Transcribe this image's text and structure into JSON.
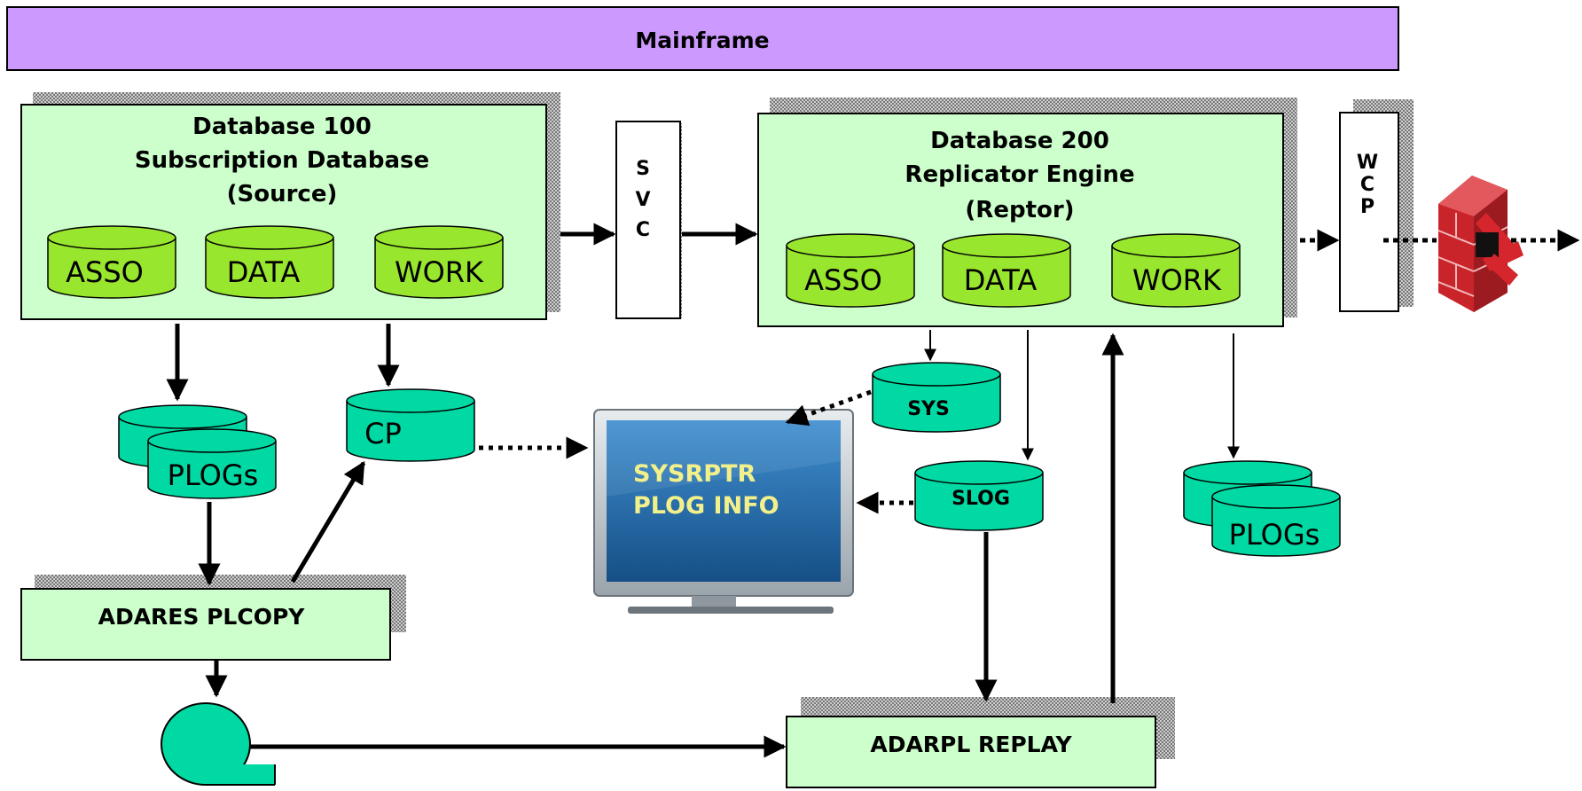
{
  "title_bar": {
    "label": "Mainframe"
  },
  "db100": {
    "line1": "Database 100",
    "line2": "Subscription Database",
    "line3": "(Source)",
    "files": [
      "ASSO",
      "DATA",
      "WORK"
    ]
  },
  "db200": {
    "line1": "Database 200",
    "line2": "Replicator Engine",
    "line3": "(Reptor)",
    "files": [
      "ASSO",
      "DATA",
      "WORK"
    ]
  },
  "svc": {
    "letters": [
      "S",
      "V",
      "C"
    ]
  },
  "wcp": {
    "letters": [
      "W",
      "C",
      "P"
    ]
  },
  "left_plogs": {
    "label": "PLOGs"
  },
  "right_plogs": {
    "label": "PLOGs"
  },
  "cp": {
    "label": "CP"
  },
  "sys": {
    "label": "SYS"
  },
  "slog": {
    "label": "SLOG"
  },
  "monitor": {
    "line1": "SYSRPTR",
    "line2": "PLOG INFO"
  },
  "adares": {
    "label": "ADARES PLCOPY"
  },
  "adarpl": {
    "label": "ADARPL REPLAY"
  },
  "colors": {
    "banner": "#cc99ff",
    "box_fill": "#ccffcc",
    "cylinder_green": "#99e62e",
    "cylinder_teal": "#00d9a3",
    "screen_blue": "#1f6fb0"
  }
}
